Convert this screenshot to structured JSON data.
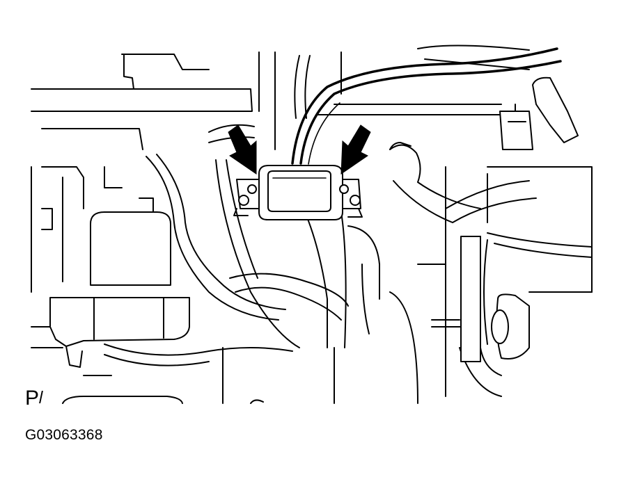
{
  "diagram": {
    "view_marker": "P",
    "figure_code": "G03063368",
    "callouts": [
      {
        "id": "left-arrow",
        "icon": "down-right-arrow-icon"
      },
      {
        "id": "right-arrow",
        "icon": "down-left-arrow-icon"
      }
    ],
    "colors": {
      "line": "#000000",
      "background": "#ffffff"
    }
  }
}
